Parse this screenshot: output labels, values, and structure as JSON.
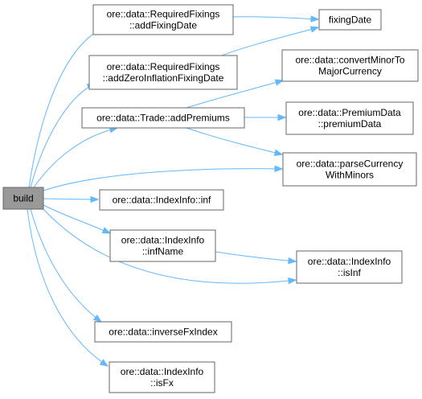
{
  "root": {
    "id": "build",
    "lines": [
      "build"
    ]
  },
  "nodes": [
    {
      "id": "reqfix_add",
      "lines": [
        "ore::data::RequiredFixings",
        "::addFixingDate"
      ]
    },
    {
      "id": "fixingdate",
      "lines": [
        "fixingDate"
      ]
    },
    {
      "id": "reqfix_addzero",
      "lines": [
        "ore::data::RequiredFixings",
        "::addZeroInflationFixingDate"
      ]
    },
    {
      "id": "convminor",
      "lines": [
        "ore::data::convertMinorTo",
        "MajorCurrency"
      ]
    },
    {
      "id": "addprem",
      "lines": [
        "ore::data::Trade::addPremiums"
      ]
    },
    {
      "id": "premdata",
      "lines": [
        "ore::data::PremiumData",
        "::premiumData"
      ]
    },
    {
      "id": "parsecurr",
      "lines": [
        "ore::data::parseCurrency",
        "WithMinors"
      ]
    },
    {
      "id": "idxinf",
      "lines": [
        "ore::data::IndexInfo::inf"
      ]
    },
    {
      "id": "idxinfname",
      "lines": [
        "ore::data::IndexInfo",
        "::infName"
      ]
    },
    {
      "id": "idxisinf",
      "lines": [
        "ore::data::IndexInfo",
        "::isInf"
      ]
    },
    {
      "id": "invfx",
      "lines": [
        "ore::data::inverseFxIndex"
      ]
    },
    {
      "id": "idxisfx",
      "lines": [
        "ore::data::IndexInfo",
        "::isFx"
      ]
    }
  ],
  "edges": [
    [
      "build",
      "reqfix_add"
    ],
    [
      "build",
      "reqfix_addzero"
    ],
    [
      "build",
      "addprem"
    ],
    [
      "build",
      "parsecurr"
    ],
    [
      "build",
      "idxinf"
    ],
    [
      "build",
      "idxinfname"
    ],
    [
      "build",
      "idxisinf"
    ],
    [
      "build",
      "invfx"
    ],
    [
      "build",
      "idxisfx"
    ],
    [
      "reqfix_add",
      "fixingdate"
    ],
    [
      "reqfix_addzero",
      "fixingdate"
    ],
    [
      "addprem",
      "convminor"
    ],
    [
      "addprem",
      "premdata"
    ],
    [
      "addprem",
      "parsecurr"
    ],
    [
      "idxinfname",
      "idxisinf"
    ]
  ],
  "colors": {
    "edge": "#63b8ff",
    "root_fill": "#999999",
    "border": "#666666"
  }
}
